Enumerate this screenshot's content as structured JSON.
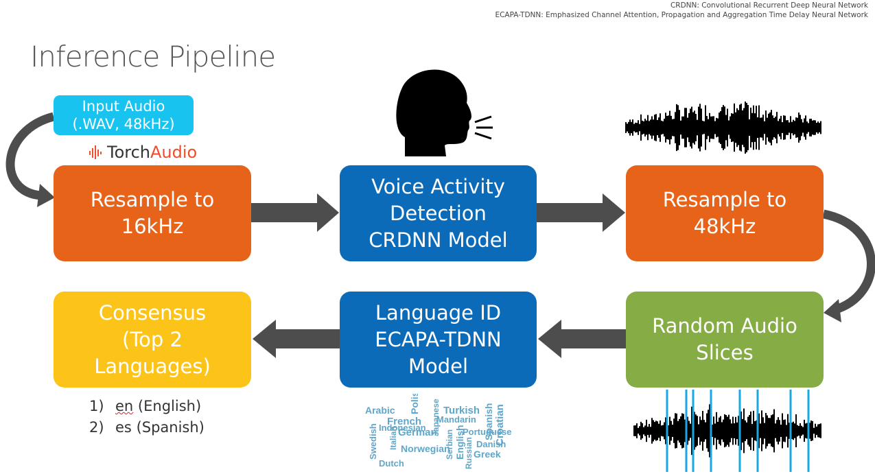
{
  "footnotes": [
    "CRDNN: Convolutional Recurrent Deep Neural Network",
    "ECAPA-TDNN: Emphasized Channel Attention, Propagation and Aggregation Time Delay Neural Network"
  ],
  "title": "Inference Pipeline",
  "input": {
    "line1": "Input Audio",
    "line2": "(.WAV, 48kHz)"
  },
  "torchaudio": {
    "part1": "Torch",
    "part2": "Audio"
  },
  "stages": {
    "resample16": {
      "line1": "Resample to",
      "line2": "16kHz",
      "color": "#e8631a"
    },
    "vad": {
      "line1": "Voice Activity",
      "line2": "Detection",
      "line3": "CRDNN Model",
      "color": "#0b6bb8"
    },
    "resample48": {
      "line1": "Resample to",
      "line2": "48kHz",
      "color": "#e8631a"
    },
    "slices": {
      "line1": "Random Audio",
      "line2": "Slices",
      "color": "#86ad45"
    },
    "langid": {
      "line1": "Language ID",
      "line2": "ECAPA-TDNN",
      "line3": "Model",
      "color": "#0b6bb8"
    },
    "consensus": {
      "line1": "Consensus",
      "line2": "(Top 2",
      "line3": "Languages)",
      "color": "#fcc419"
    }
  },
  "results": [
    {
      "num": "1)",
      "code": "en",
      "name": "(English)"
    },
    {
      "num": "2)",
      "code": "es",
      "name": "(Spanish)"
    }
  ],
  "word_cloud": [
    "Arabic",
    "French",
    "Polish",
    "Turkish",
    "Spanish",
    "Croatian",
    "Indonesian",
    "German",
    "Japanese",
    "Mandarin",
    "Swedish",
    "Italian",
    "English",
    "Portuguese",
    "Serbian",
    "Norwegian",
    "Danish",
    "Russian",
    "Greek",
    "Dutch"
  ],
  "icons": [
    "speaking-head-icon",
    "waveform-icon",
    "sliced-waveform-icon",
    "torchaudio-logo-icon"
  ],
  "colors": {
    "arrow": "#4d4d4d",
    "input_badge": "#19c3f0",
    "cloud_text": "#5fa6c9",
    "slice_lines": "#1aa7e6"
  }
}
